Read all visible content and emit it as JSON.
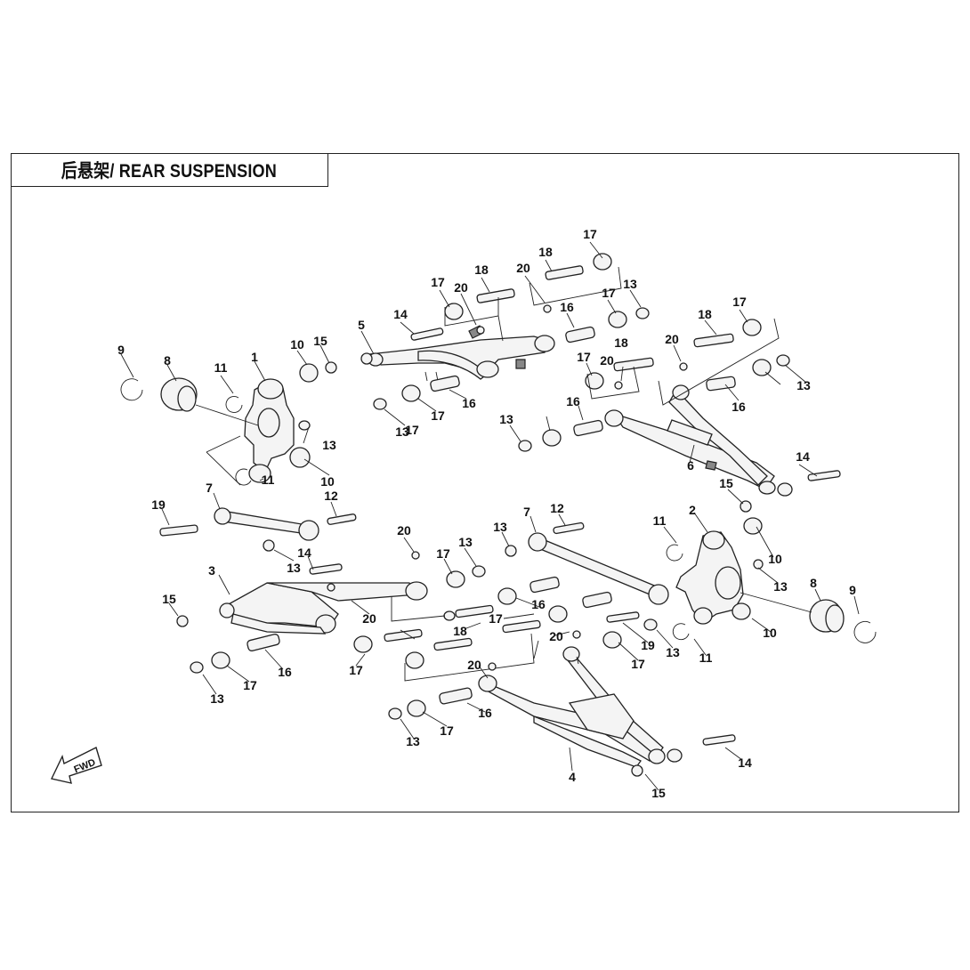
{
  "title": "后悬架/ REAR SUSPENSION",
  "fwd_label": "FWD",
  "labels": [
    {
      "text": "17"
    },
    {
      "text": "18"
    },
    {
      "text": "20"
    },
    {
      "text": "17"
    },
    {
      "text": "18"
    },
    {
      "text": "20"
    },
    {
      "text": "17"
    },
    {
      "text": "13"
    },
    {
      "text": "16"
    },
    {
      "text": "14"
    },
    {
      "text": "5"
    },
    {
      "text": "9"
    },
    {
      "text": "8"
    },
    {
      "text": "11"
    },
    {
      "text": "1"
    },
    {
      "text": "10"
    },
    {
      "text": "15"
    },
    {
      "text": "13"
    },
    {
      "text": "17"
    },
    {
      "text": "16"
    },
    {
      "text": "18"
    },
    {
      "text": "17"
    },
    {
      "text": "20"
    },
    {
      "text": "17"
    },
    {
      "text": "13"
    },
    {
      "text": "16"
    },
    {
      "text": "20"
    },
    {
      "text": "16"
    },
    {
      "text": "18"
    },
    {
      "text": "17"
    },
    {
      "text": "13"
    },
    {
      "text": "6"
    },
    {
      "text": "13"
    },
    {
      "text": "14"
    },
    {
      "text": "15"
    },
    {
      "text": "10"
    },
    {
      "text": "11"
    },
    {
      "text": "7"
    },
    {
      "text": "19"
    },
    {
      "text": "12"
    },
    {
      "text": "13"
    },
    {
      "text": "14"
    },
    {
      "text": "20"
    },
    {
      "text": "17"
    },
    {
      "text": "13"
    },
    {
      "text": "13"
    },
    {
      "text": "7"
    },
    {
      "text": "12"
    },
    {
      "text": "11"
    },
    {
      "text": "2"
    },
    {
      "text": "10"
    },
    {
      "text": "3"
    },
    {
      "text": "13"
    },
    {
      "text": "15"
    },
    {
      "text": "20"
    },
    {
      "text": "16"
    },
    {
      "text": "17"
    },
    {
      "text": "18"
    },
    {
      "text": "8"
    },
    {
      "text": "9"
    },
    {
      "text": "17"
    },
    {
      "text": "16"
    },
    {
      "text": "13"
    },
    {
      "text": "17"
    },
    {
      "text": "20"
    },
    {
      "text": "19"
    },
    {
      "text": "13"
    },
    {
      "text": "17"
    },
    {
      "text": "10"
    },
    {
      "text": "11"
    },
    {
      "text": "20"
    },
    {
      "text": "16"
    },
    {
      "text": "13"
    },
    {
      "text": "17"
    },
    {
      "text": "4"
    },
    {
      "text": "14"
    },
    {
      "text": "15"
    }
  ]
}
